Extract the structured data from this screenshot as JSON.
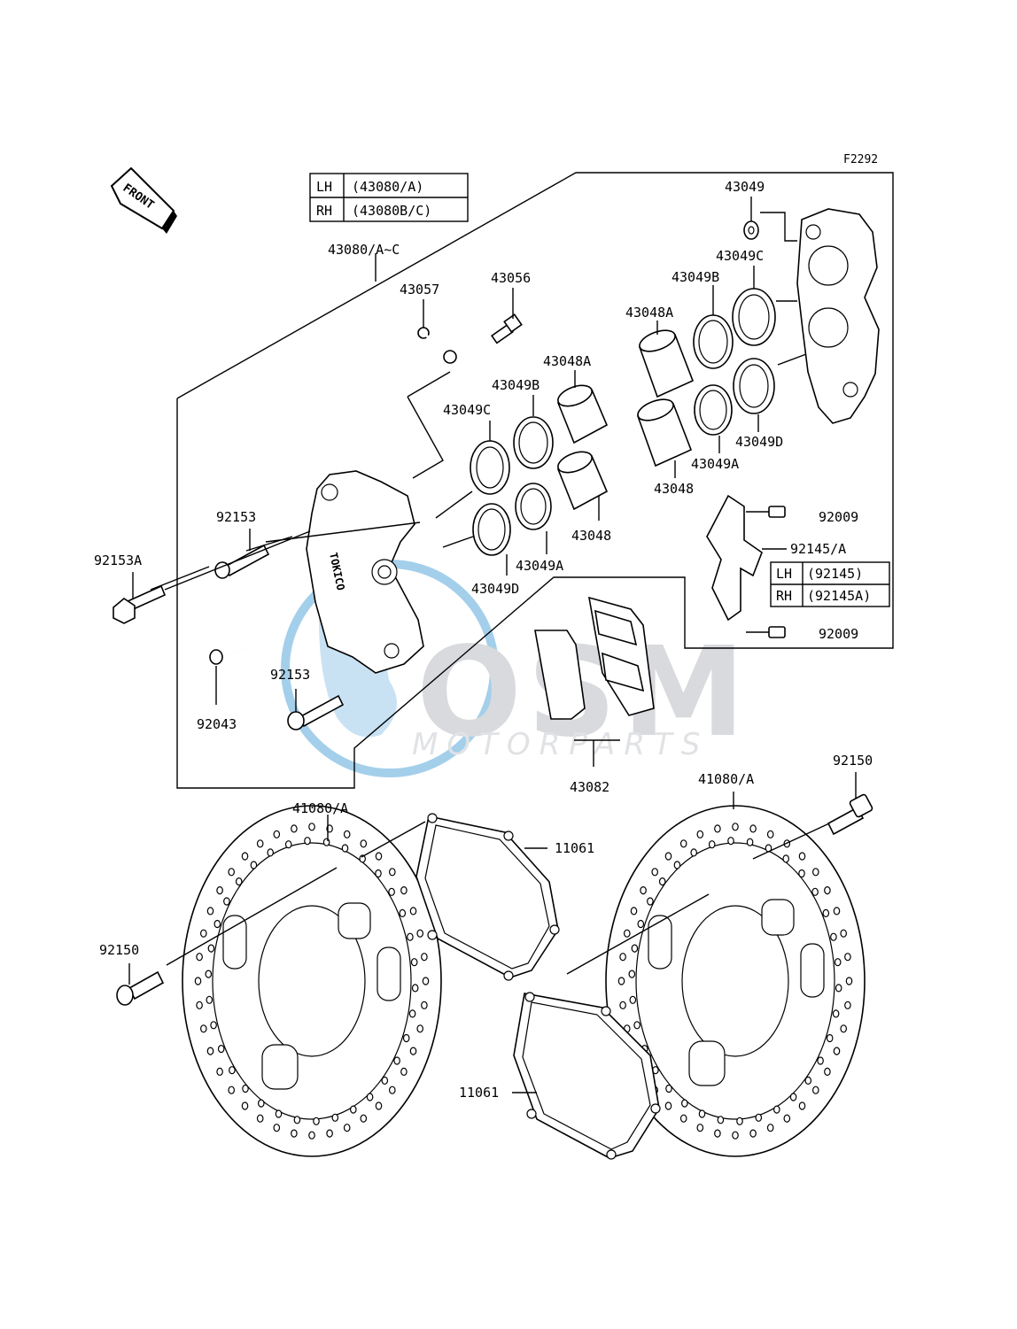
{
  "figure_code": "F2292",
  "front_label": "FRONT",
  "caliper_table": [
    {
      "side": "LH",
      "part": "(43080/A)"
    },
    {
      "side": "RH",
      "part": "(43080B/C)"
    }
  ],
  "bracket_table": [
    {
      "side": "LH",
      "part": "(92145)"
    },
    {
      "side": "RH",
      "part": "(92145A)"
    }
  ],
  "caliper_stamp": "TOKICO",
  "labels": {
    "caliper_assy": "43080/A~C",
    "bleeder_cap": "43057",
    "bleeder_valve": "43056",
    "washer": "43049",
    "seal_c_right": "43049C",
    "seal_b_right": "43049B",
    "piston_a_right": "43048A",
    "piston_a_left": "43048A",
    "seal_b_left": "43049B",
    "seal_c_left": "43049C",
    "pin_upper": "92153",
    "bolt": "92153A",
    "seal_d_right": "43049D",
    "seal_a_right": "43049A",
    "piston_right": "43048",
    "piston_left": "43048",
    "seal_a_left": "43049A",
    "seal_d_left": "43049D",
    "screw_upper": "92009",
    "bracket": "92145/A",
    "screw_lower": "92009",
    "pin_lower": "92153",
    "pad_pin": "92043",
    "pads": "43082",
    "disc_right": "41080/A",
    "disc_bolt_right": "92150",
    "disc_left": "41080/A",
    "gasket_upper": "11061",
    "disc_bolt_left": "92150",
    "gasket_lower": "11061"
  },
  "watermark": {
    "logo": "OSM",
    "text": "MOTORPARTS",
    "color": "#5aa9dc"
  }
}
